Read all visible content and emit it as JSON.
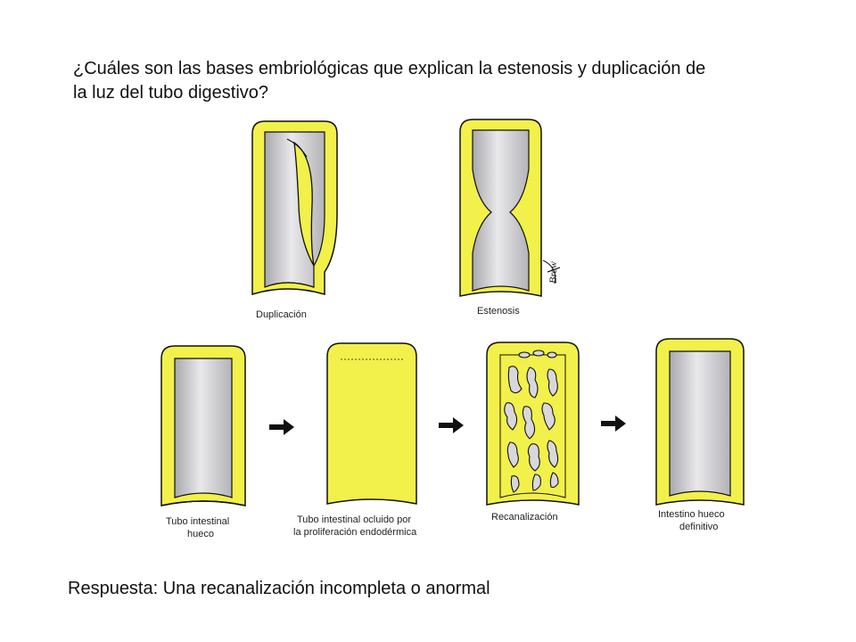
{
  "question": "¿Cuáles son las bases embriológicas que explican la estenosis y duplicación de la luz del tubo digestivo?",
  "answer": "Respuesta: Una recanalización incompleta o anormal",
  "labels": {
    "duplicacion": "Duplicación",
    "estenosis": "Estenosis",
    "hueco_1": "Tubo intestinal",
    "hueco_2": "hueco",
    "ocluido_1": "Tubo intestinal ocluido por",
    "ocluido_2": "la proliferación endodérmica",
    "recanalizacion": "Recanalización",
    "definitivo_1": "Intestino hueco",
    "definitivo_2": "definitivo"
  },
  "signature": "Brew",
  "colors": {
    "wall": "#f2f04a",
    "lumen": "#cfcfd2",
    "outline": "#111111",
    "arrow": "#111111"
  }
}
